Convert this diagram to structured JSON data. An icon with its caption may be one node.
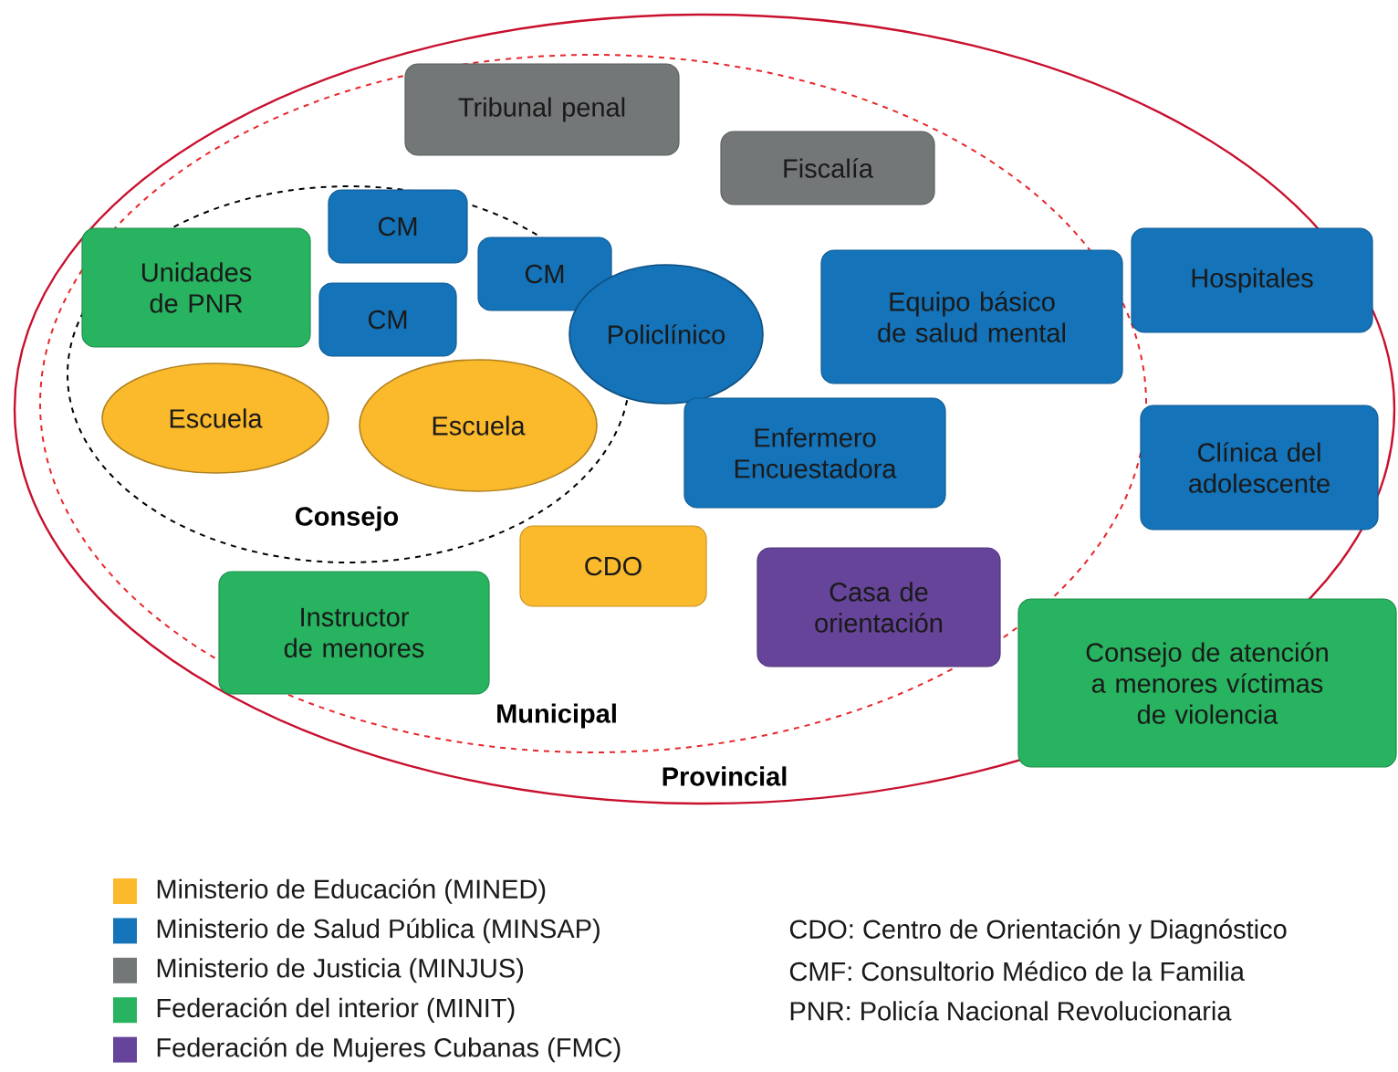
{
  "diagram": {
    "nodes": [
      {
        "text": [
          "Provincial"
        ]
      },
      {
        "text": [
          "Municipal"
        ],
        "in": 0
      },
      {
        "text": [
          "Consejo"
        ],
        "in": 1
      },
      {
        "text": [
          "Tribunal penal"
        ],
        "in": 1
      },
      {
        "text": [
          "Fiscalía"
        ],
        "in": 1
      },
      {
        "text": [
          "CM"
        ],
        "in": 2
      },
      {
        "text": [
          "Unidades de PNR"
        ],
        "in": 2
      },
      {
        "text": [
          "CM"
        ],
        "in": 2
      },
      {
        "text": [
          "CM"
        ],
        "in": 2
      },
      {
        "text": [
          "Policlínico"
        ],
        "in": 1
      },
      {
        "text": [
          "Equipo básico de salud mental"
        ],
        "in": 1
      },
      {
        "text": [
          "Hospitales"
        ],
        "in": 0
      },
      {
        "text": [
          "Escuela"
        ],
        "in": 2
      },
      {
        "text": [
          "Escuela"
        ],
        "in": 2
      },
      {
        "text": [
          "Enfermero Encuestadora"
        ],
        "in": 1
      },
      {
        "text": [
          "Clínica del adolescente"
        ],
        "in": 0
      },
      {
        "text": [
          "CDO"
        ],
        "in": 1
      },
      {
        "text": [
          "Instructor de menores"
        ],
        "in": 1
      },
      {
        "text": [
          "Casa de orientación"
        ],
        "in": 1
      },
      {
        "text": [
          "Consejo de atención a menores víctimas de violencia"
        ]
      }
    ],
    "edges": [],
    "labels": [
      "CDO: Centro de Orientación y Diagnóstico",
      "CMF: Consultorio Médico de la Familia",
      "PNR: Policía Nacional Revolucionaria"
    ],
    "legend": [
      {
        "text": "Ministerio de Educación (MINED)",
        "color": "#fbb92c"
      },
      {
        "text": "Ministerio de Salud Pública (MINSAP)",
        "color": "#1473b9"
      },
      {
        "text": "Ministerio de Justicia (MINJUS)",
        "color": "#737778"
      },
      {
        "text": "Federación del interior (MINIT)",
        "color": "#27b35f"
      },
      {
        "text": "Federación de Mujeres Cubanas (FMC)",
        "color": "#66449a"
      }
    ]
  }
}
